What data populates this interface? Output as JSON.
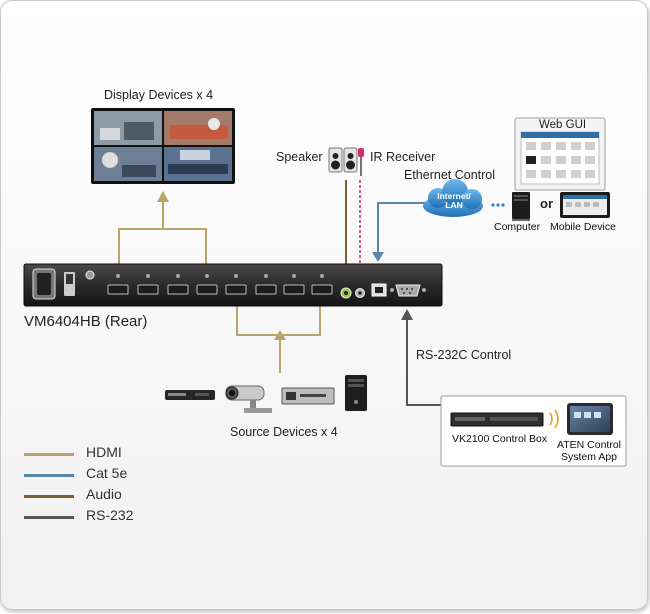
{
  "labels": {
    "display_devices": "Display Devices x 4",
    "speaker": "Speaker",
    "ir_receiver": "IR Receiver",
    "web_gui": "Web GUI",
    "ethernet_control": "Ethernet Control",
    "internet_lan_line1": "Internet/",
    "internet_lan_line2": "LAN",
    "or": "or",
    "computer": "Computer",
    "mobile_device": "Mobile Device",
    "device_rear": "VM6404HB (Rear)",
    "rs232c_control": "RS-232C Control",
    "source_devices": "Source Devices x 4",
    "control_box": "VK2100 Control Box",
    "app_line1": "ATEN Control",
    "app_line2": "System App"
  },
  "legend": [
    {
      "label": "HDMI",
      "color": "#b9a56a"
    },
    {
      "label": "Cat 5e",
      "color": "#5b87a7"
    },
    {
      "label": "Audio",
      "color": "#7a6136"
    },
    {
      "label": "RS-232",
      "color": "#555555"
    }
  ],
  "colors": {
    "hdmi": "#b9a56a",
    "cat5e": "#5b87a7",
    "audio": "#7a6136",
    "rs232": "#555555",
    "ir": "#d0306d",
    "cloud": "#2f83c8"
  },
  "icons": [
    "speaker-icon",
    "ir-receiver-icon",
    "cloud-icon",
    "computer-icon",
    "mobile-device-icon",
    "dvd-player-icon",
    "camera-icon",
    "media-player-icon",
    "pc-tower-icon",
    "control-box-icon",
    "tablet-icon",
    "wifi-icon"
  ]
}
